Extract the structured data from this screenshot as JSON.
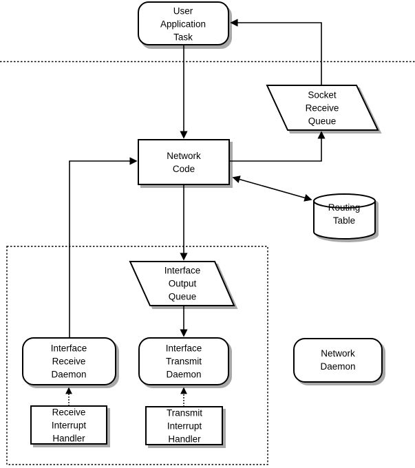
{
  "diagram": {
    "nodes": {
      "user_application_task": {
        "label": "User\nApplication\nTask",
        "shape": "rounded-box"
      },
      "socket_receive_queue": {
        "label": "Socket\nReceive\nQueue",
        "shape": "parallelogram"
      },
      "network_code": {
        "label": "Network\nCode",
        "shape": "rectangle"
      },
      "routing_table": {
        "label": "Routing\nTable",
        "shape": "cylinder"
      },
      "interface_output_queue": {
        "label": "Interface\nOutput\nQueue",
        "shape": "parallelogram"
      },
      "interface_receive_daemon": {
        "label": "Interface\nReceive\nDaemon",
        "shape": "rounded-box"
      },
      "interface_transmit_daemon": {
        "label": "Interface\nTransmit\nDaemon",
        "shape": "rounded-box"
      },
      "network_daemon": {
        "label": "Network\nDaemon",
        "shape": "rounded-box"
      },
      "receive_interrupt_handler": {
        "label": "Receive\nInterrupt\nHandler",
        "shape": "rectangle"
      },
      "transmit_interrupt_handler": {
        "label": "Transmit\nInterrupt\nHandler",
        "shape": "rectangle"
      }
    },
    "edges": [
      {
        "from": "user_application_task",
        "to": "network_code",
        "style": "solid",
        "bidirectional": false
      },
      {
        "from": "interface_receive_daemon",
        "to": "network_code",
        "style": "solid",
        "bidirectional": false
      },
      {
        "from": "network_code",
        "to": "socket_receive_queue",
        "style": "solid",
        "bidirectional": false
      },
      {
        "from": "socket_receive_queue",
        "to": "user_application_task",
        "style": "solid",
        "bidirectional": false
      },
      {
        "from": "network_code",
        "to": "routing_table",
        "style": "solid",
        "bidirectional": true
      },
      {
        "from": "network_code",
        "to": "interface_output_queue",
        "style": "solid",
        "bidirectional": false
      },
      {
        "from": "interface_output_queue",
        "to": "interface_transmit_daemon",
        "style": "solid",
        "bidirectional": false
      },
      {
        "from": "receive_interrupt_handler",
        "to": "interface_receive_daemon",
        "style": "dotted",
        "bidirectional": false
      },
      {
        "from": "transmit_interrupt_handler",
        "to": "interface_transmit_daemon",
        "style": "dotted",
        "bidirectional": false
      }
    ],
    "colors": {
      "stroke": "#000000",
      "fill": "#ffffff",
      "shadow": "#a9a9a9",
      "background": "#ffffff"
    }
  }
}
